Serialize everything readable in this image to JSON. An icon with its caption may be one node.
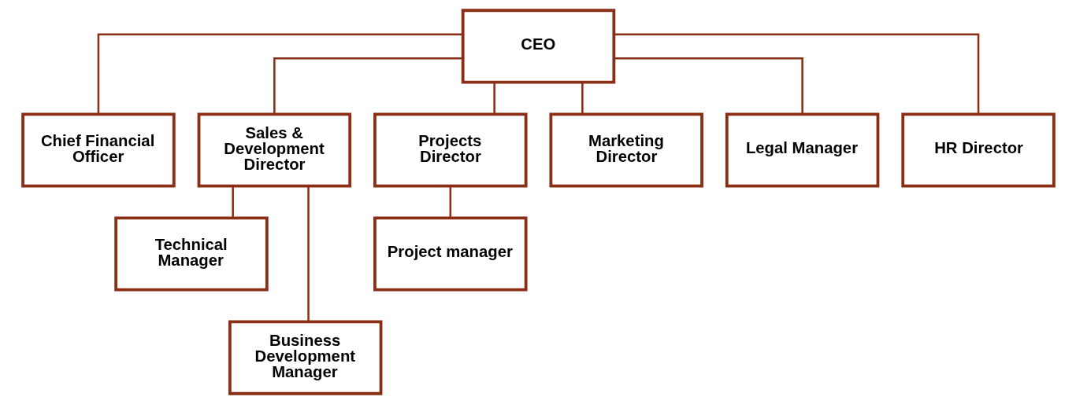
{
  "diagram": {
    "nodes": [
      {
        "text": [
          "CEO"
        ]
      },
      {
        "text": [
          "Chief Financial Officer"
        ]
      },
      {
        "text": [
          "Sales & Development Director"
        ]
      },
      {
        "text": [
          "Projects Director"
        ]
      },
      {
        "text": [
          "Marketing Director"
        ]
      },
      {
        "text": [
          "Legal Manager"
        ]
      },
      {
        "text": [
          "HR Director"
        ]
      },
      {
        "text": [
          "Technical Manager"
        ]
      },
      {
        "text": [
          "Business Development Manager"
        ]
      },
      {
        "text": [
          "Project manager"
        ]
      }
    ],
    "edges": [
      {
        "from": 0,
        "to": 1,
        "arrow": "none"
      },
      {
        "from": 0,
        "to": 2,
        "arrow": "none"
      },
      {
        "from": 0,
        "to": 3,
        "arrow": "none"
      },
      {
        "from": 0,
        "to": 4,
        "arrow": "none"
      },
      {
        "from": 0,
        "to": 5,
        "arrow": "none"
      },
      {
        "from": 0,
        "to": 6,
        "arrow": "none"
      },
      {
        "from": 2,
        "to": 7,
        "arrow": "none"
      },
      {
        "from": 2,
        "to": 8,
        "arrow": "none"
      },
      {
        "from": 3,
        "to": 9,
        "arrow": "none"
      }
    ]
  }
}
